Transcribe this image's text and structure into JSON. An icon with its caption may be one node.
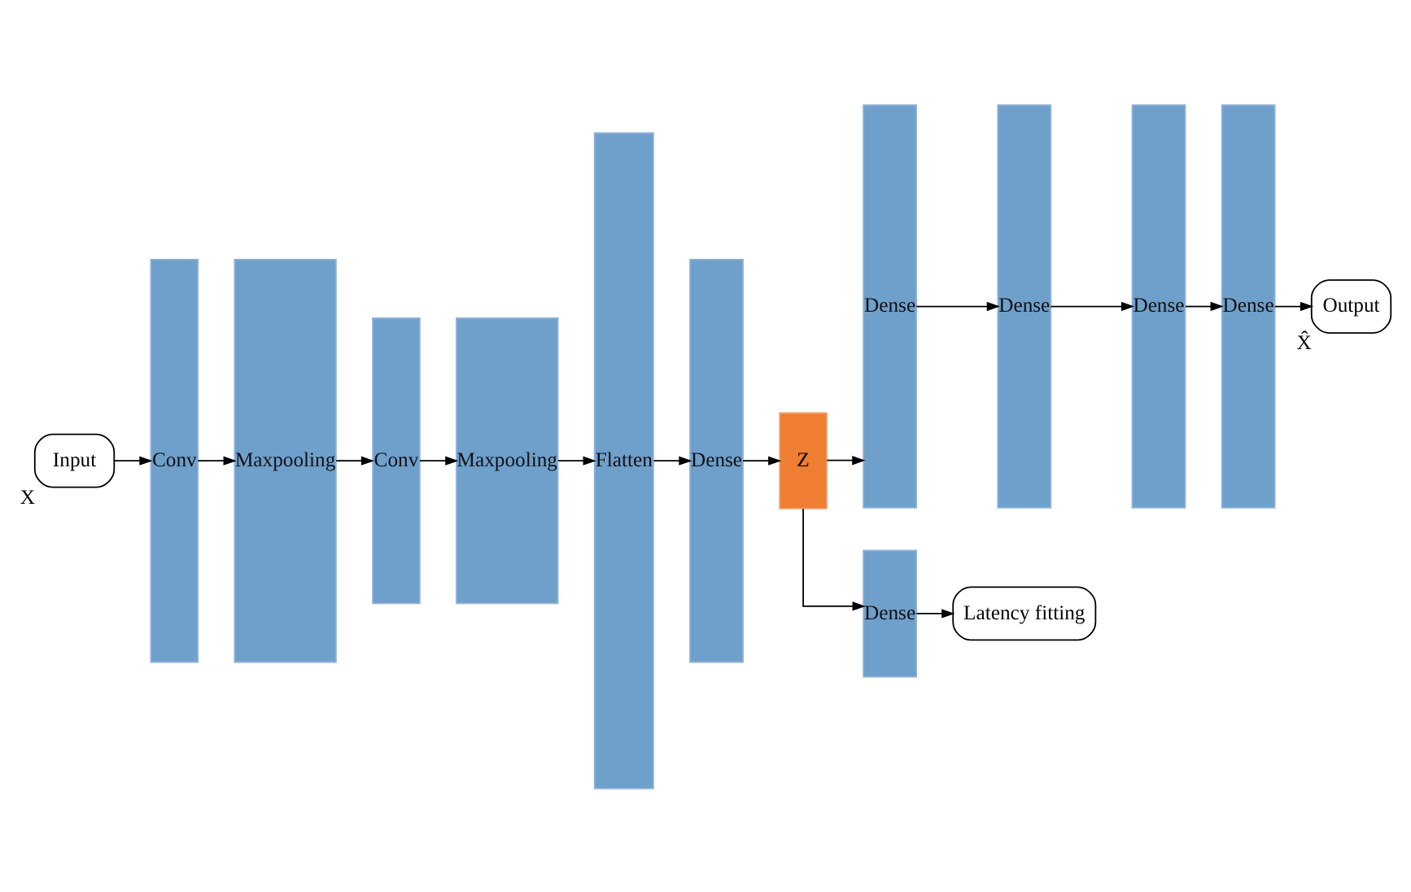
{
  "diagram": {
    "nodes": [
      {
        "text": [
          "Input"
        ],
        "beside": [
          "X"
        ]
      },
      {
        "text": [
          "Conv"
        ]
      },
      {
        "text": [
          "Maxpooling"
        ]
      },
      {
        "text": [
          "Conv"
        ]
      },
      {
        "text": [
          "Maxpooling"
        ]
      },
      {
        "text": [
          "Flatten"
        ]
      },
      {
        "text": [
          "Dense"
        ]
      },
      {
        "text": [
          "Z"
        ]
      },
      {
        "text": [
          "Dense"
        ]
      },
      {
        "text": [
          "Dense"
        ]
      },
      {
        "text": [
          "Dense"
        ]
      },
      {
        "text": [
          "Dense"
        ]
      },
      {
        "text": [
          "Output"
        ],
        "beside": [
          "X̂"
        ]
      },
      {
        "text": [
          "Dense"
        ]
      },
      {
        "text": [
          "Latency fitting"
        ]
      }
    ],
    "edges": [
      {
        "from": 0,
        "to": 1,
        "arrow": "to"
      },
      {
        "from": 1,
        "to": 2,
        "arrow": "to"
      },
      {
        "from": 2,
        "to": 3,
        "arrow": "to"
      },
      {
        "from": 3,
        "to": 4,
        "arrow": "to"
      },
      {
        "from": 4,
        "to": 5,
        "arrow": "to"
      },
      {
        "from": 5,
        "to": 6,
        "arrow": "to"
      },
      {
        "from": 6,
        "to": 7,
        "arrow": "to"
      },
      {
        "from": 7,
        "to": 8,
        "arrow": "to"
      },
      {
        "from": 8,
        "to": 9,
        "arrow": "to"
      },
      {
        "from": 9,
        "to": 10,
        "arrow": "to"
      },
      {
        "from": 10,
        "to": 11,
        "arrow": "to"
      },
      {
        "from": 11,
        "to": 12,
        "arrow": "to"
      },
      {
        "from": 7,
        "to": 13,
        "arrow": "to"
      },
      {
        "from": 13,
        "to": 14,
        "arrow": "to"
      }
    ]
  }
}
